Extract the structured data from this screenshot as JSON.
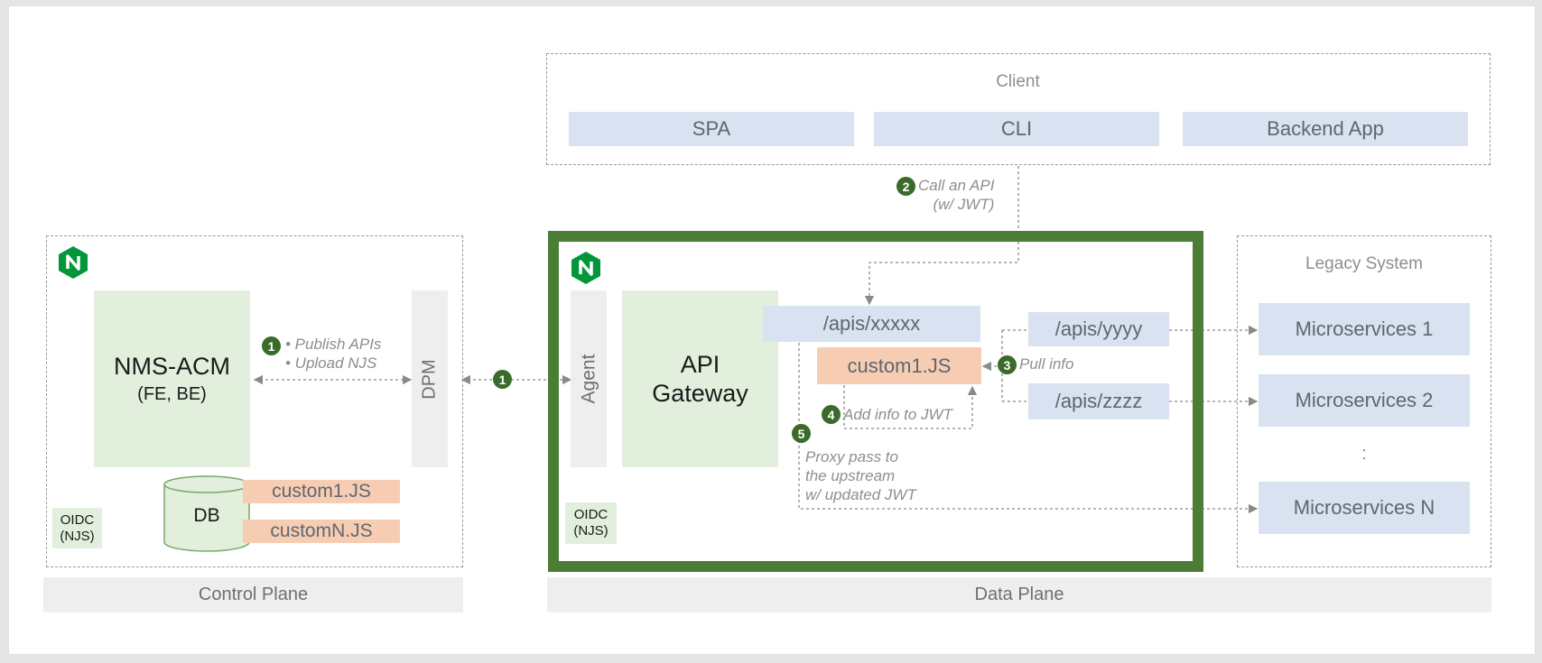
{
  "client": {
    "title": "Client",
    "items": [
      "SPA",
      "CLI",
      "Backend App"
    ]
  },
  "control_plane": {
    "label": "Control Plane",
    "nms_title": "NMS-ACM",
    "nms_subtitle": "(FE, BE)",
    "dpm": "DPM",
    "db": "DB",
    "scripts": [
      "custom1.JS",
      "customN.JS"
    ],
    "oidc": [
      "OIDC",
      "(NJS)"
    ]
  },
  "data_plane": {
    "label": "Data Plane",
    "agent": "Agent",
    "gateway": [
      "API",
      "Gateway"
    ],
    "oidc": [
      "OIDC",
      "(NJS)"
    ],
    "route_main": "/apis/xxxxx",
    "script": "custom1.JS",
    "route_y": "/apis/yyyy",
    "route_z": "/apis/zzzz"
  },
  "legacy": {
    "title": "Legacy System",
    "services": [
      "Microservices 1",
      "Microservices 2",
      ":",
      "Microservices N"
    ]
  },
  "steps": {
    "s1_num": "1",
    "s1_lines": [
      "• Publish APIs",
      "• Upload NJS"
    ],
    "s1b_num": "1",
    "s2_num": "2",
    "s2_lines": [
      "Call an API",
      "(w/ JWT)"
    ],
    "s3_num": "3",
    "s3_text": "Pull info",
    "s4_num": "4",
    "s4_text": "Add info to JWT",
    "s5_num": "5",
    "s5_lines": [
      "Proxy pass to",
      "the upstream",
      "w/ updated JWT"
    ]
  },
  "colors": {
    "nginx_green": "#009639",
    "step_badge": "#3a6b2a",
    "data_plane_border": "#4b7d36",
    "service_blue": "#d9e2f0",
    "nms_green": "#e1efdc",
    "script_salmon": "#f6cdb3"
  },
  "icons": [
    "nginx-logo-icon",
    "nginx-logo-icon"
  ]
}
